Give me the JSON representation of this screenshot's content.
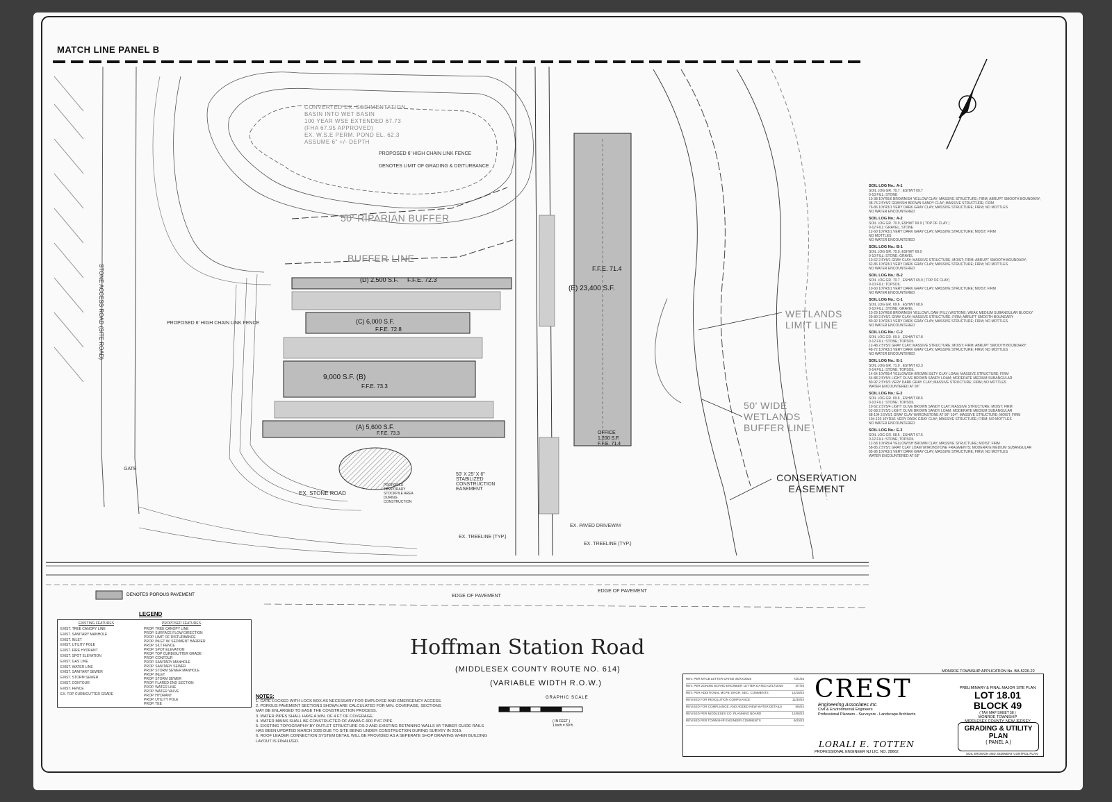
{
  "sheet": {
    "match_line": "MATCH LINE   PANEL B",
    "road_name": "Hoffman Station Road",
    "road_route": "(MIDDLESEX COUNTY ROUTE NO. 614)",
    "road_row": "(VARIABLE WIDTH R.O.W.)",
    "porous_label": "DENOTES POROUS PAVEMENT",
    "application": "MONROE TOWNSHIP APPLICATION No. BA-5226-22"
  },
  "buildings": [
    {
      "letter": "A",
      "area": "5,600 S.F.",
      "ffe": "F.F.E. 73.3"
    },
    {
      "letter": "B",
      "area": "9,000 S.F.",
      "ffe": "F.F.E. 73.3"
    },
    {
      "letter": "C",
      "area": "6,000 S.F.",
      "ffe": "F.F.E. 72.8"
    },
    {
      "letter": "D",
      "area": "2,500 S.F.",
      "ffe": "F.F.E. 72.3"
    },
    {
      "letter": "E",
      "area": "23,400 S.F.",
      "ffe": "F.F.E. 71.4"
    }
  ],
  "office": {
    "label": "OFFICE",
    "area": "1,200 S.F.",
    "ffe": "F.F.E. 71.4"
  },
  "callouts": {
    "riparian": "50' RIPARIAN BUFFER",
    "buffer_line": "BUFFER LINE",
    "wetlands_limit": "WETLANDS LIMIT LINE",
    "wetlands_buffer": "50' WIDE WETLANDS BUFFER LINE",
    "conservation": "CONSERVATION EASEMENT",
    "stone_road": "EX. STONE ROAD",
    "stone_access": "STONE ACCESS ROAD (SITE ROAD)",
    "basin_1": "CONVERTED EX. SEDIMENTATION",
    "basin_2": "BASIN INTO WET BASIN",
    "basin_3": "100 YEAR WSE EXTENDED 67.73",
    "basin_4": "(FHA 67.95 APPROVED)",
    "basin_5": "EX. W.S.E PERM. POND EL. 62.3",
    "basin_6": "ASSUME 6\" +/- DEPTH",
    "chain_fence": "PROPOSED 6' HIGH CHAIN LINK FENCE",
    "disturbance": "DENOTES LIMIT OF GRADING & DISTURBANCE",
    "construction": "50' X 25' X 6\" STABILIZED CONSTRUCTION EASEMENT",
    "stockpile": "PROPOSED TEMPORARY STOCKPILE AREA DURING CONSTRUCTION",
    "ex_paved": "EX. PAVED DRIVEWAY",
    "edge_pavement": "EDGE OF PAVEMENT",
    "gate": "GATE",
    "ex_treeline": "EX. TREELINE (TYP.)"
  },
  "soil_logs": [
    {
      "title": "SOIL LOG No.: A-1",
      "sub": "SOIL LOG GR. 70.7 ; ESHWT 69.7",
      "lines": [
        "0-10   FILL: STONE",
        "10-38  10YR6/6 BROWNISH YELLOW CLAY; MASSIVE STRUCTURE; FIRM; ABRUPT SMOOTH BOUNDARY;",
        "38-76  2.5Y5/2 GRAYISH BROWN SANDY CLAY; MASSIVE STRUCTURE; FIRM",
        "76-86  10YR3/1 VERY DARK GRAY CLAY; MASSIVE STRUCTURE; FIRM; NO MOTTLES",
        "NO WATER ENCOUNTERED"
      ]
    },
    {
      "title": "SOIL LOG No.: A-2",
      "sub": "SOIL LOG GR. 70.9, ESHWT 69.9 ( TOP OF CLAY )",
      "lines": [
        "0-12   FILL: GRAVEL, STONE",
        "12-60  10YR3/1 VERY DARK GRAY CLAY; MASSIVE STRUCTURE; MOIST; FIRM",
        "NO MOTTLES",
        "NO WATER ENCOUNTERED"
      ]
    },
    {
      "title": "SOIL LOG No.: B-1",
      "sub": "SOIL LOG GR. 70.0, ESHWT 69.0",
      "lines": [
        "0-10   FILL: STONE; GRAVEL",
        "10-62  2.5Y5/1 GRAY CLAY; MASSIVE STRUCTURE; MOIST; FIRM; ABRUPT SMOOTH BOUNDARY;",
        "62-86  10YR3/1 VERY DARK GRAY CLAY; MASSIVE STRUCTURE; FIRM; NO MOTTLES",
        "NO WATER ENCOUNTERED"
      ]
    },
    {
      "title": "SOIL LOG No.: B-2",
      "sub": "SOIL LOG GR. 70.7 , ESHWT 69.9 ( TOP OF CLAY)",
      "lines": [
        "0-10   FILL: TOPSOIL",
        "10-60  10YR3/1 VERY DARK GRAY CLAY; MASSIVE STRUCTURE; MOIST; FIRM",
        "NO WATER ENCOUNTERED"
      ]
    },
    {
      "title": "SOIL LOG No.: C-1",
      "sub": "SOIL LOG GR. 69.6 , ESHWT 68.6",
      "lines": [
        "0-10   FILL: STONE; GRAVEL",
        "10-29  10YR6/8 BROWNISH YELLOW LOAM (FILL) W/STONE; WEAK MEDIUM SUBANGULAR BLOCKY",
        "29-80  2.5Y5/1 GRAY CLAY; MASSIVE STRUCTURE; FIRM; ABRUPT SMOOTH BOUNDARY",
        "80-92  10YR3/1 VERY DARK GRAY CLAY; MASSIVE STRUCTURE; FIRM; NO MOTTLES",
        "NO WATER ENCOUNTERED"
      ]
    },
    {
      "title": "SOIL LOG No.: C-2",
      "sub": "SOIL LOG GR. 69.0 , ESHWT 67.8",
      "lines": [
        "0-12   FILL: STONE; TOPSOIL",
        "12-48  2.5Y5/2 GRAY CLAY; MASSIVE STRUCTURE; MOIST; FIRM; ABRUPT SMOOTH BOUNDARY;",
        "48-72  10YR3/1 VERY DARK GRAY CLAY; MASSIVE STRUCTURE; FIRM; NO MOTTLES",
        "NO WATER ENCOUNTERED"
      ]
    },
    {
      "title": "SOIL LOG No.: E-1",
      "sub": "SOIL LOG GR. 71.0 , ESHWT 63.3",
      "lines": [
        "0-14   FILL: STONE; TOPSOIL",
        "14-64  10YR6/4 YELLOWISH BROWN SILTY CLAY LOAM; MASSIVE STRUCTURE; FIRM",
        "64-88  2.5Y5/4 LIGHT OLIVE BROWN SANDY LOAM; MODERATE MEDIUM SUBANGULAR",
        "80-92  2.5Y6/3 VERY DARK GRAY CLAY; MASSIVE STRUCTURE; FIRM; NO MOTTLES",
        "WATER ENCOUNTERED AT 96\""
      ]
    },
    {
      "title": "SOIL LOG No.: E-2",
      "sub": "SOIL LOG GR. 69.6 , ESHWT 68.6",
      "lines": [
        "0-10   FILL: STONE; TOPSOIL",
        "10-52  2.5Y5/4 LIGHT OLIVE BROWN SANDY CLAY; MASSIVE STRUCTURE; MOIST; FIRM",
        "52-68  2.5Y5/3 LIGHT OLIVE BROWN SANDY LOAM; MODERATE MEDIUM SUBANGULAR",
        "68-104 2.5Y5/1 GRAY CLAY W/IRONSTONE AT 96\"-104\"; MASSIVE STRUCTURE; MOIST; FIRM",
        "104-120 10YR3/1 VERY DARK GRAY CLAY; MASSIVE STRUCTURE; FIRM; NO MOTTLES",
        "NO WATER ENCOUNTERED"
      ]
    },
    {
      "title": "SOIL LOG No.: E-3",
      "sub": "SOIL LOG GR. 68.5 , ESHWT 67.5",
      "lines": [
        "0-12   FILL: STONE; TOPSOIL",
        "12-58  10YR5/4 YELLOWISH BROWN CLAY; MASSIVE STRUCTURE; MOIST; FIRM",
        "58-85  2.5Y5/1 GRAY CLAY LOAM W/IRONSTONE FRAGMENTS; MODERATE MEDIUM SUBANGULAR",
        "85-96  10YR3/1 VERY DARK GRAY CLAY; MASSIVE STRUCTURE; FIRM; NO MOTTLES",
        "WATER ENCOUNTERED AT 68\""
      ]
    }
  ],
  "legend": {
    "title": "LEGEND",
    "existing_header": "EXISTING FEATURES",
    "proposed_header": "PROPOSED FEATURES",
    "existing": [
      "EXIST. TREE CANOPY LINE",
      "EXIST. SANITARY MANHOLE",
      "EXIST. INLET",
      "EXIST. UTILITY POLE",
      "EXIST. FIRE HYDRANT",
      "EXIST. SPOT ELEVATION",
      "EXIST. GAS LINE",
      "EXIST. WATER LINE",
      "EXIST. SANITARY SEWER",
      "EXIST. STORM SEWER",
      "EXIST. CONTOUR",
      "EXIST. FENCE",
      "EX. TOP CURB/GUTTER GRADE"
    ],
    "proposed": [
      "PROP. TREE CANOPY LINE",
      "PROP. SURFACE FLOW DIRECTION",
      "PROP. LIMIT OF DISTURBANCE",
      "PROP. INLET W/ SEDIMENT BARRIER",
      "PROP. SILT FENCE",
      "PROP. SPOT ELEVATION",
      "PROP. TOP CURB/GUTTER GRADE",
      "PROP. CONTOUR",
      "PROP. SANITARY MANHOLE",
      "PROP. SANITARY SEWER",
      "PROP. STORM SEWER MANHOLE",
      "PROP. INLET",
      "PROP. STORM SEWER",
      "PROP. FLARED END SECTION",
      "PROP. WATER LINE",
      "PROP. WATER VALVE",
      "PROP. HYDRANT",
      "PROP. UTILITY POLE",
      "PROP. TEE"
    ]
  },
  "notes": {
    "title": "NOTES:",
    "items": [
      "1.  GATE LOCKED WITH LOCK BOX AS NECESSARY FOR EMPLOYEE AND EMERGENCY ACCESS.",
      "2.  POROUS PAVEMENT SECTIONS SHOWN ARE CALCULATED FOR MIN. COVERAGE, SECTIONS",
      "     MAY BE ENLARGED TO EASE THE CONSTRUCTION PROCESS.",
      "3.  WATER PIPES SHALL HAVE A MIN. OF 4 FT OF COVERAGE.",
      "4.  WATER MAINS SHALL BE CONSTRUCTED OF AWWA C-900 PVC PIPE.",
      "5.  EXISTING TOPOGRAPHY BY OUTLET STRUCTURE OS-2 AND EXISTING RETAINING WALLS W/ TIMBER GUIDE RAILS",
      "     HAS BEEN UPDATED MARCH 2025 DUE TO SITE BEING UNDER CONSTRUCTION DURING SURVEY IN 2019.",
      "6.  ROOF LEADER CONNECTION SYSTEM DETAIL WILL BE PROVIDED AS A SEPERATE SHOP DRAWING WHEN BUILDING",
      "     LAYOUT IS FINALIZED."
    ]
  },
  "scale": {
    "title": "GRAPHIC SCALE",
    "unit": "( IN FEET )",
    "ratio": "1 inch = 30 ft."
  },
  "title_block": {
    "revisions": [
      {
        "text": "REV. PER MTCB LETTER DATED 06/XX/2025",
        "date": "7/21/25"
      },
      {
        "text": "REV. PER ZONING BOARD ENGINEER LETTER DATED 02/17/2025",
        "date": "3/7/25"
      },
      {
        "text": "REV. PER ADDITIONAL MCPB, ENGR. SEC. COMMENTS",
        "date": "12/18/24"
      },
      {
        "text": "REVISED FOR RESOLUTION COMPLIANCE",
        "date": "11/30/24"
      },
      {
        "text": "REVISED FOR COMPLIANCE, AND ADDED NEW WATER DETAILS",
        "date": "8/6/24"
      },
      {
        "text": "REVISED PER MIDDLESEX CO. PLANNING BOARD",
        "date": "12/08/23"
      },
      {
        "text": "REVISED PER TOWNSHIP ENGINEER COMMENTS",
        "date": "9/20/23"
      }
    ],
    "firm": "CREST",
    "firm_sub1": "Engineering Associates Inc.",
    "firm_sub2": "Civil & Environmental Engineers",
    "firm_sub3": "Professional Planners - Surveyors - Landscape Architects",
    "engineer": "LORALI E. TOTTEN",
    "license": "PROFESSIONAL ENGINEER NJ LIC. NO. 28662",
    "lot": "LOT 18.01",
    "block": "BLOCK 49",
    "tax_map": "( TAX MAP SHEET 58 )",
    "township": "MONROE TOWNSHIP",
    "county": "MIDDLESEX COUNTY, NEW JERSEY",
    "plan_type": "PRELIMINARY & FINAL MAJOR SITE PLAN",
    "plan_title": "GRADING & UTILITY PLAN",
    "panel": "( PANEL A )",
    "footer": "SOIL EROSION AND SEDIMENT CONTROL PLAN"
  },
  "colors": {
    "paper": "#fafafa",
    "ink": "#111111",
    "porous": "#b5b5b5",
    "background": "#3d3d3d"
  }
}
